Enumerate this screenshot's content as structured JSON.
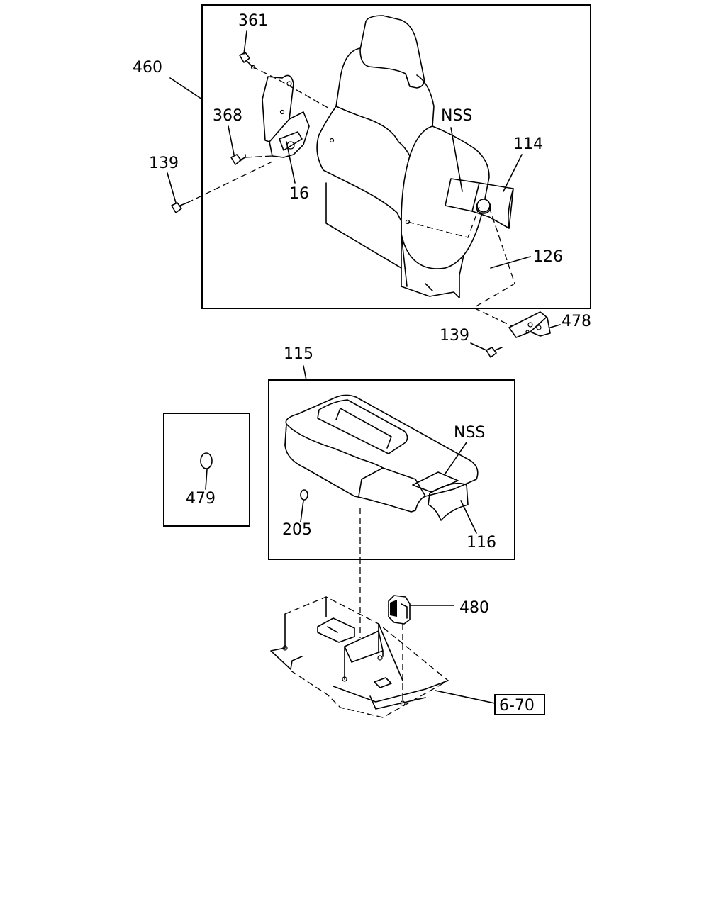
{
  "callouts": {
    "c460": "460",
    "c361": "361",
    "c368": "368",
    "c139a": "139",
    "c16": "16",
    "cNSSa": "NSS",
    "c114": "114",
    "c126": "126",
    "c478": "478",
    "c139b": "139",
    "c115": "115",
    "c479": "479",
    "cNSSb": "NSS",
    "c205": "205",
    "c116": "116",
    "c480": "480"
  },
  "reference": {
    "label": "6-70"
  },
  "colors": {
    "ink": "#000000",
    "paper": "#ffffff"
  },
  "icons": {
    "bolt": "bolt-icon",
    "clip": "clip-icon",
    "grommet": "grommet-icon"
  }
}
